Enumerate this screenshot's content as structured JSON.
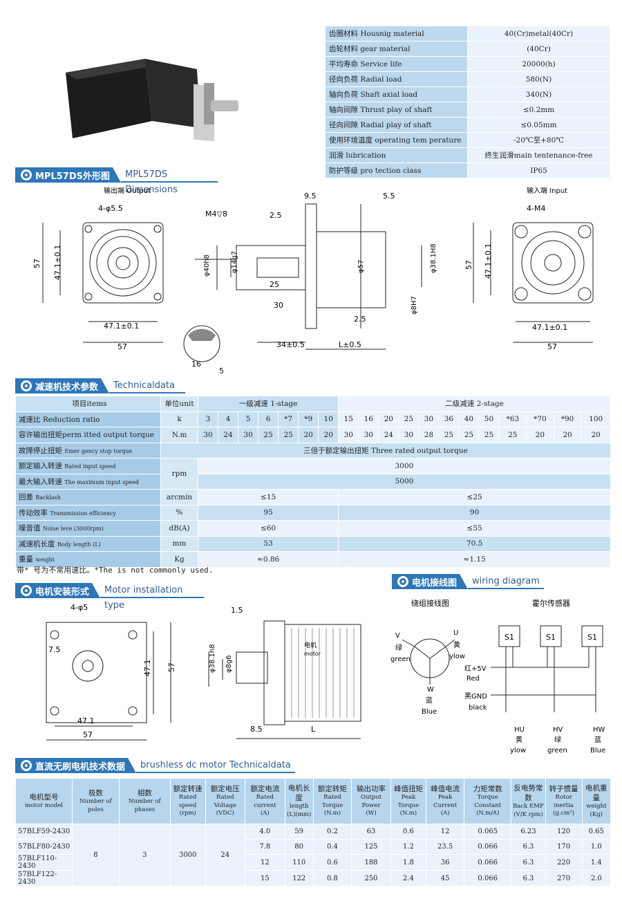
{
  "spec_table": [
    {
      "key": "齿圈材料 Housnig material",
      "value": "40(Cr)metal(40Cr)"
    },
    {
      "key": "齿轮材料 gear material",
      "value": "(40Cr)"
    },
    {
      "key": "平均寿命 Service life",
      "value": "20000(h)"
    },
    {
      "key": "径向负荷 Radial load",
      "value": "580(N)"
    },
    {
      "key": "轴向负荷 Shaft axial load",
      "value": "340(N)"
    },
    {
      "key": "轴向间隙 Thrust play of shaft",
      "value": "≤0.2mm"
    },
    {
      "key": "径向间隙 Radial play of shaft",
      "value": "≤0.05mm"
    },
    {
      "key": "使用环境温度 operating tem perature",
      "value": "-20℃至+80℃"
    },
    {
      "key": "润滑 lubrication",
      "value": "终生润滑main tentenance-free"
    },
    {
      "key": "防护等级 pro tection class",
      "value": "IP65"
    }
  ],
  "sections": {
    "dims_cn": "MPL57DS外形图",
    "dims_en": "MPL57DS Dimensions",
    "tech_cn": "减速机技术参数",
    "tech_en": "Technicaldata",
    "install_cn": "电机安装形式",
    "install_en": "Motor installation type",
    "wiring_cn": "电机接线图",
    "wiring_en": "wiring diagram",
    "bldc_cn": "直流无刷电机技术数据",
    "bldc_en": "brushless dc motor Technicaldata"
  },
  "dims": {
    "output_label": "输出端 Output",
    "input_label": "输入端 Input",
    "holes_out": "4-φ5.5",
    "holes_in": "4-M4",
    "d57": "57",
    "d471": "47.1±0.1",
    "m4": "M4▽8",
    "d95": "9.5",
    "d55": "5.5",
    "d25a": "2.5",
    "d25b": "2.5",
    "d40": "φ40h8",
    "d14": "φ14g7",
    "d25": "25",
    "d30": "30",
    "d57c": "φ57",
    "d381": "φ38.1H8",
    "d8": "φ8H7",
    "d34": "34±0.5",
    "dL": "L±0.5",
    "d16": "16",
    "d5": "5"
  },
  "tech": {
    "h_item": "项目items",
    "h_unit": "单位unit",
    "h_s1": "一级减速 1-stage",
    "h_s2": "二级减速 2-stage",
    "r_ratio": "减速比 Reduction ratio",
    "u_ratio": "k",
    "ratios1": [
      "3",
      "4",
      "5",
      "6",
      "*7",
      "*9",
      "10"
    ],
    "ratios2": [
      "15",
      "16",
      "20",
      "25",
      "30",
      "36",
      "40",
      "50",
      "*63",
      "*70",
      "*90",
      "100"
    ],
    "r_torque": "容许输出扭矩perm itted output torque",
    "u_torque": "N.m",
    "torque1": [
      "30",
      "24",
      "30",
      "25",
      "25",
      "20",
      "20"
    ],
    "torque2": [
      "30",
      "30",
      "24",
      "30",
      "28",
      "25",
      "25",
      "25",
      "25",
      "20",
      "20",
      "20"
    ],
    "r_estop": "故障停止扭矩",
    "r_estop_en": "Emer gency stop torque",
    "estop_val": "三倍于额定输出扭矩 Three rated output torque",
    "r_rin": "额定输入转速",
    "r_rin_en": "Rated input speed",
    "u_rpm": "rpm",
    "rin_val": "3000",
    "r_max": "最大输入转速",
    "r_max_en": "The maximum input speed",
    "max_val": "5000",
    "r_back": "回差",
    "r_back_en": "Backlash",
    "u_back": "arcmin",
    "back1": "≤15",
    "back2": "≤25",
    "r_eff": "传动效率",
    "r_eff_en": "Transmission efficiency",
    "u_eff": "%",
    "eff1": "95",
    "eff2": "90",
    "r_noise": "噪音值",
    "r_noise_en": "Noise leve (3000rpm)",
    "u_noise": "dB(A)",
    "noise1": "≤60",
    "noise2": "≤55",
    "r_len": "减速机长度",
    "r_len_en": "Body length  (L)",
    "u_len": "mm",
    "len1": "53",
    "len2": "70.5",
    "r_wt": "重量",
    "r_wt_en": "weight",
    "u_wt": "Kg",
    "wt1": "≈0.86",
    "wt2": "≈1.15",
    "note": "带* 号为不常用速比。*The is not commonly used."
  },
  "install": {
    "holes": "4-φ5",
    "d75": "7.5",
    "d471": "47.1",
    "d57": "57",
    "d15": "1.5",
    "d381": "φ38.1h8",
    "d8": "φ8g6",
    "motor": "电机",
    "motor_en": "motor",
    "d85": "8.5",
    "dL": "L"
  },
  "wiring": {
    "left_title": "绕组接线图",
    "right_title": "霍尔传感器",
    "v": "V",
    "v_cn": "绿",
    "v_en": "green",
    "u": "U",
    "u_cn": "黄",
    "u_en": "ylow",
    "w": "W",
    "w_cn": "蓝",
    "w_en": "Blue",
    "s1": "S1",
    "red_cn": "红+5V",
    "red_en": "Red",
    "blk_cn": "黑GND",
    "blk_en": "black",
    "hu": "HU",
    "hv": "HV",
    "hw": "HW",
    "hu_c": "黄",
    "hu_e": "ylow",
    "hv_c": "绿",
    "hv_e": "green",
    "hw_c": "蓝",
    "hw_e": "Blue"
  },
  "motor_table": {
    "headers": [
      [
        "电机型号",
        "motor model"
      ],
      [
        "极数",
        "Number of poles"
      ],
      [
        "相数",
        "Number of phases"
      ],
      [
        "额定转速",
        "Rated speed",
        "(rpm)"
      ],
      [
        "额定电压",
        "Rated Voltage",
        "(VDC)"
      ],
      [
        "额定电流",
        "Rated current",
        "(A)"
      ],
      [
        "电机长度",
        "length",
        "(L)(mm)"
      ],
      [
        "额定转矩",
        "Rated Torque",
        "(N.m)"
      ],
      [
        "输出功率",
        "Output Power",
        "(W)"
      ],
      [
        "峰值扭矩",
        "Peak Torque",
        "(N.m)"
      ],
      [
        "峰值电流",
        "Peak Current",
        "(A)"
      ],
      [
        "力矩常数",
        "Torque Constant",
        "(N.m/A)"
      ],
      [
        "反电势常数",
        "Back EMF",
        "(V/K rpm)"
      ],
      [
        "转子惯量",
        "Rotor inertia",
        "(g.cm²)"
      ],
      [
        "电机重量",
        "weight",
        "(Kg)"
      ]
    ],
    "poles": "8",
    "phases": "3",
    "speed": "3000",
    "voltage": "24",
    "rows": [
      [
        "57BLF59-2430",
        "4.0",
        "59",
        "0.2",
        "63",
        "0.6",
        "12",
        "0.065",
        "6.23",
        "120",
        "0.65"
      ],
      [
        "57BLF80-2430",
        "7.8",
        "80",
        "0.4",
        "125",
        "1.2",
        "23.5",
        "0.066",
        "6.3",
        "170",
        "1.0"
      ],
      [
        "57BLF110-2430",
        "12",
        "110",
        "0.6",
        "188",
        "1.8",
        "36",
        "0.066",
        "6.3",
        "220",
        "1.4"
      ],
      [
        "57BLF122-2430",
        "15",
        "122",
        "0.8",
        "250",
        "2.4",
        "45",
        "0.066",
        "6.3",
        "270",
        "2.0"
      ]
    ]
  }
}
